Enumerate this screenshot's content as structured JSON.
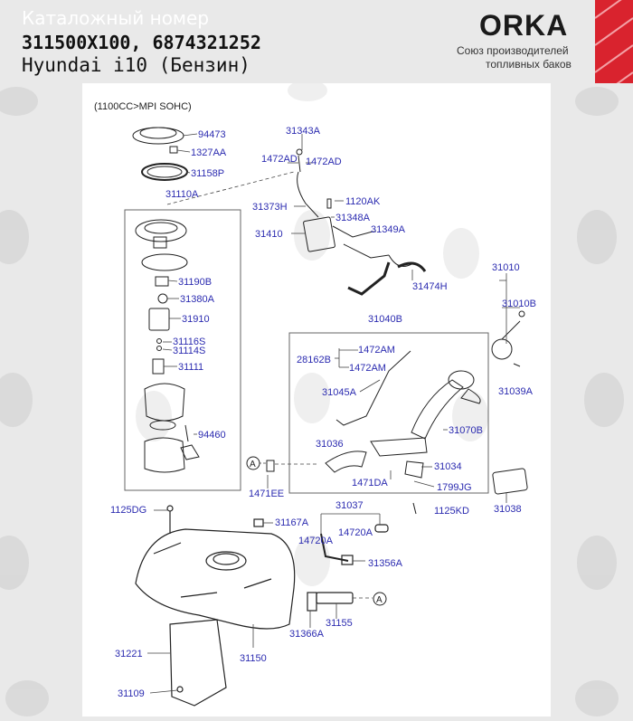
{
  "header": {
    "catalog_label": "Каталожный номер",
    "part_numbers": "311500X100, 6874321252",
    "model": "Hyundai i10 (Бензин)"
  },
  "brand": {
    "logo_text": "ORKA",
    "tagline_line1": "Союз производителей",
    "tagline_line2": "топливных баков",
    "accent_color": "#d9232e"
  },
  "diagram": {
    "engine_note": "(1100CC>MPI SOHC)",
    "callout_a": "A",
    "labels": {
      "p94473": "94473",
      "p1327AA": "1327AA",
      "p31158P": "31158P",
      "p31110A": "31110A",
      "p31190B": "31190B",
      "p31380A": "31380A",
      "p31910": "31910",
      "p31116S": "31116S",
      "p31114S": "31114S",
      "p31111": "31111",
      "p94460": "94460",
      "p31343A": "31343A",
      "p1472AD_1": "1472AD",
      "p1472AD_2": "1472AD",
      "p1120AK": "1120AK",
      "p31373H": "31373H",
      "p31348A": "31348A",
      "p31410": "31410",
      "p31349A": "31349A",
      "p31474H": "31474H",
      "p31010": "31010",
      "p31010B": "31010B",
      "p31040B": "31040B",
      "p1472AM_1": "1472AM",
      "p1472AM_2": "1472AM",
      "p28162B": "28162B",
      "p31045A": "31045A",
      "p31039A": "31039A",
      "p31070B": "31070B",
      "p31036": "31036",
      "p31034": "31034",
      "p1471DA": "1471DA",
      "p1799JG": "1799JG",
      "p1471EE": "1471EE",
      "p31038": "31038",
      "p1125KD": "1125KD",
      "p1125DG": "1125DG",
      "p31037": "31037",
      "p31167A": "31167A",
      "p14720A_1": "14720A",
      "p14720A_2": "14720A",
      "p31356A": "31356A",
      "p31155": "31155",
      "p31366A": "31366A",
      "p31221": "31221",
      "p31150": "31150",
      "p31109": "31109"
    }
  }
}
